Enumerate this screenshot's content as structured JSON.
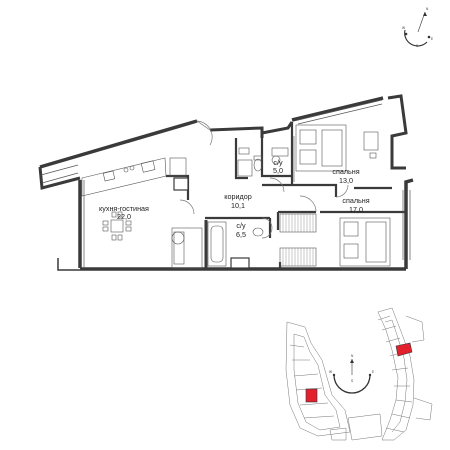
{
  "rooms": {
    "kitchen": {
      "name": "кухня-гостиная",
      "area": "22,0"
    },
    "corridor": {
      "name": "коридор",
      "area": "10,1"
    },
    "bath_top": {
      "name": "с/у",
      "area": "5,0"
    },
    "bath_bottom": {
      "name": "с/у",
      "area": "6,5"
    },
    "bedroom_top": {
      "name": "спальня",
      "area": "13,0"
    },
    "bedroom_bottom": {
      "name": "спальня",
      "area": "17,0"
    }
  },
  "compass_top": {
    "north": "N",
    "west": "W",
    "east": "E",
    "south": "S"
  },
  "compass_bottom": {
    "north": "N",
    "west": "W",
    "east": "E",
    "south": "S"
  },
  "colors": {
    "walls": "#3a3a3a",
    "highlight": "#e2202e",
    "thin": "#555555"
  }
}
